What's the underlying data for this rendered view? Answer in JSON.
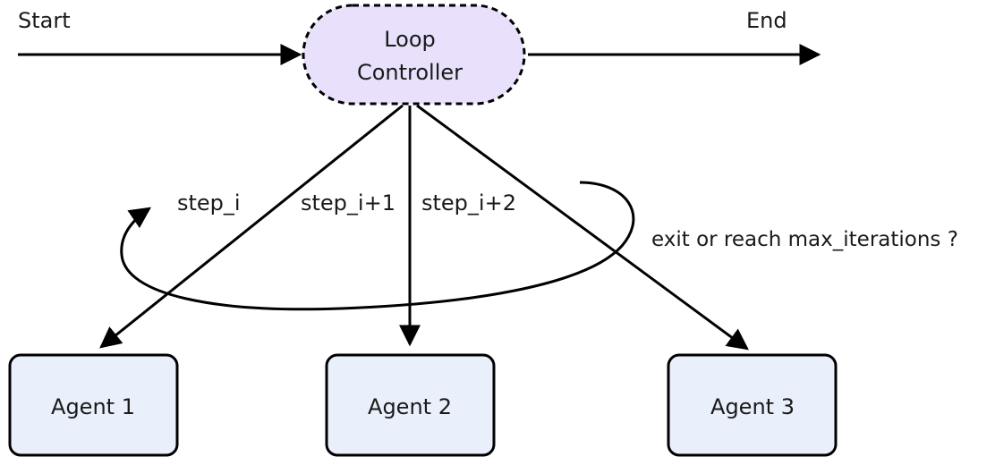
{
  "start_label": "Start",
  "end_label": "End",
  "controller": {
    "line1": "Loop",
    "line2": "Controller"
  },
  "edges": {
    "step_a": "step_i",
    "step_b": "step_i+1",
    "step_c": "step_i+2"
  },
  "loop_condition": "exit or reach max_iterations ?",
  "agents": {
    "agent1": "Agent 1",
    "agent2": "Agent 2",
    "agent3": "Agent 3"
  },
  "colors": {
    "controller_fill": "#e9e0fb",
    "agent_fill": "#eaf0fb",
    "stroke": "#000000"
  }
}
